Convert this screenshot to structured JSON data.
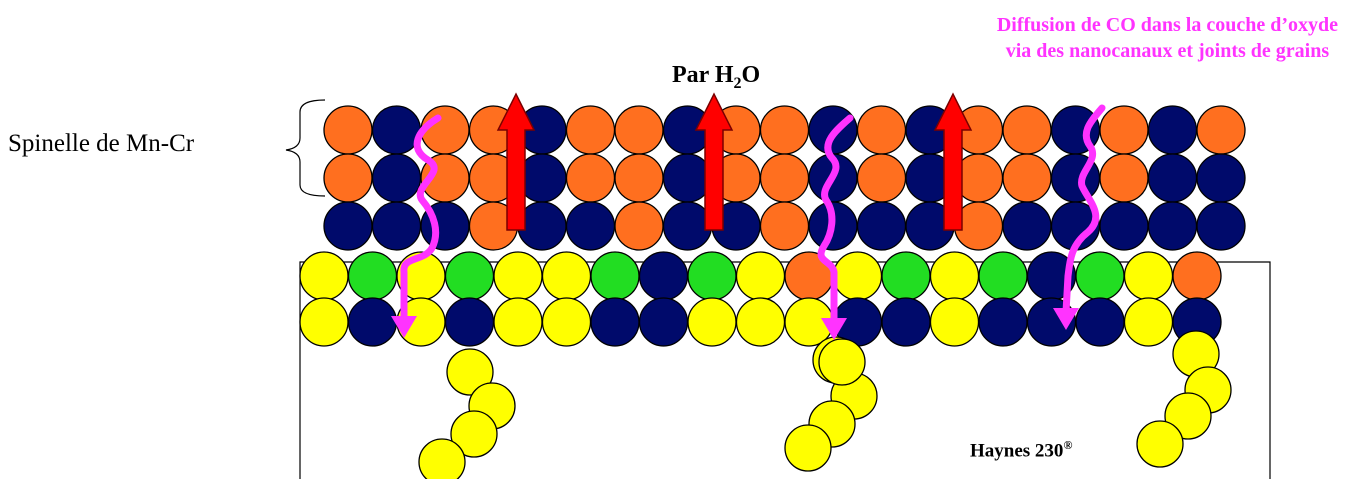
{
  "labels": {
    "spinel": "Spinelle de Mn-Cr",
    "water_prefix": "Par H",
    "water_sub": "2",
    "water_suffix": "O",
    "diffusion_line1": "Diffusion de CO dans la couche d’oxyde",
    "diffusion_line2": "via des nanocanaux et joints de grains",
    "alloy_name": "Haynes 230",
    "alloy_mark": "®"
  },
  "colors": {
    "orange": "#ff6f1f",
    "navy": "#000a6b",
    "yellow": "#ffff00",
    "green": "#22dd22",
    "arrow_red": "#ff0000",
    "arrow_magenta": "#ff33ff"
  },
  "rows": {
    "spinel_top": [
      "orange",
      "navy",
      "orange",
      "orange",
      "navy",
      "orange",
      "orange",
      "navy",
      "orange",
      "orange",
      "navy",
      "orange",
      "navy",
      "orange",
      "orange",
      "navy",
      "orange",
      "navy",
      "orange"
    ],
    "spinel_mid": [
      "orange",
      "navy",
      "orange",
      "orange",
      "navy",
      "orange",
      "orange",
      "navy",
      "orange",
      "orange",
      "navy",
      "orange",
      "navy",
      "orange",
      "orange",
      "navy",
      "orange",
      "navy",
      "navy"
    ],
    "spinel_bottom": [
      "navy",
      "navy",
      "navy",
      "orange",
      "navy",
      "navy",
      "orange",
      "navy",
      "navy",
      "orange",
      "navy",
      "navy",
      "navy",
      "orange",
      "navy",
      "navy",
      "navy",
      "navy",
      "navy"
    ],
    "oxide_top": [
      "yellow",
      "green",
      "yellow",
      "green",
      "yellow",
      "yellow",
      "green",
      "navy",
      "green",
      "yellow",
      "orange",
      "yellow",
      "green",
      "yellow",
      "green",
      "navy",
      "green",
      "yellow",
      "orange"
    ],
    "oxide_bottom": [
      "yellow",
      "navy",
      "yellow",
      "navy",
      "yellow",
      "yellow",
      "navy",
      "navy",
      "yellow",
      "yellow",
      "yellow",
      "navy",
      "navy",
      "yellow",
      "navy",
      "navy",
      "navy",
      "yellow",
      "navy"
    ]
  }
}
